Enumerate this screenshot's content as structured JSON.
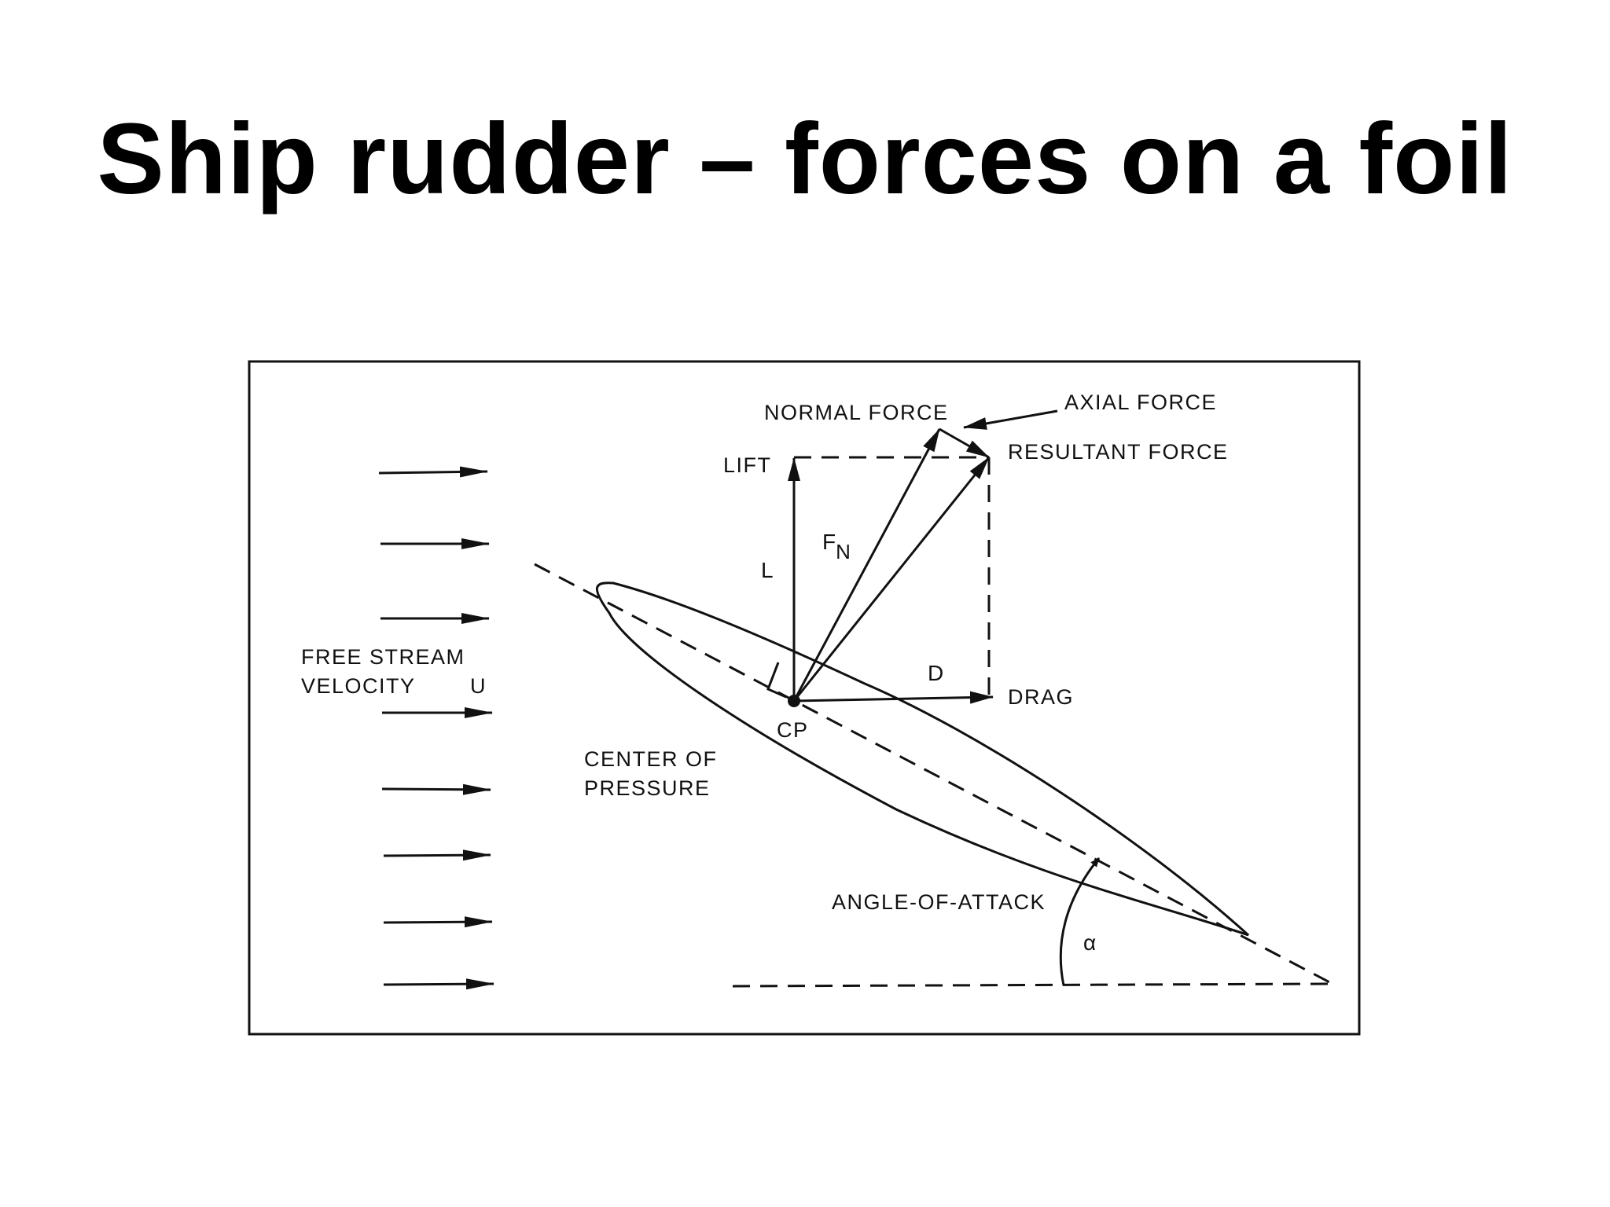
{
  "title": "Ship rudder – forces on a foil",
  "labels": {
    "normal_force": "NORMAL FORCE",
    "axial_force": "AXIAL FORCE",
    "resultant_force": "RESULTANT FORCE",
    "lift": "LIFT",
    "lift_symbol": "L",
    "fn_base": "F",
    "fn_sub": "N",
    "drag_symbol": "D",
    "drag": "DRAG",
    "cp": "CP",
    "free_stream_line1": "FREE STREAM",
    "free_stream_line2": "VELOCITY",
    "velocity_symbol": "U",
    "center_line1": "CENTER OF",
    "center_line2": "PRESSURE",
    "angle_of_attack": "ANGLE-OF-ATTACK",
    "alpha": "α"
  }
}
